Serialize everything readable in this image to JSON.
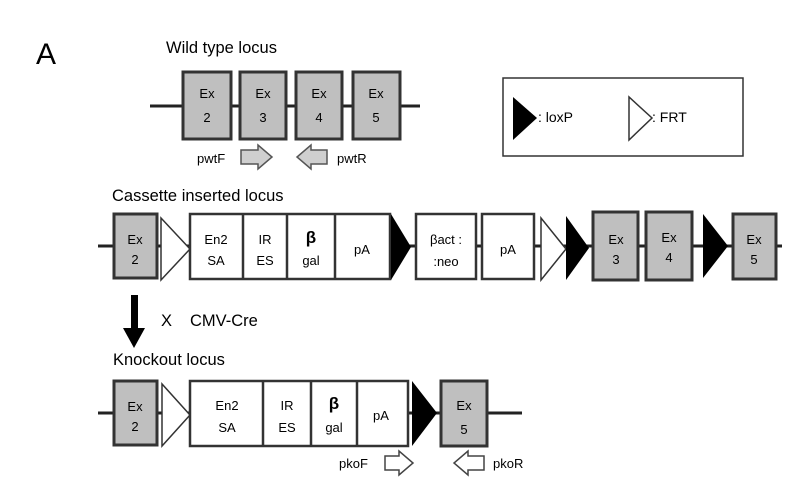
{
  "panel_label": "A",
  "legend": {
    "loxp": ": loxP",
    "frt": ": FRT"
  },
  "wild_type": {
    "title": "Wild type locus",
    "exons": [
      {
        "l1": "Ex",
        "l2": "2"
      },
      {
        "l1": "Ex",
        "l2": "3"
      },
      {
        "l1": "Ex",
        "l2": "4"
      },
      {
        "l1": "Ex",
        "l2": "5"
      }
    ],
    "primer_f": "pwtF",
    "primer_r": "pwtR"
  },
  "cassette": {
    "title": "Cassette inserted locus",
    "exon_first": {
      "l1": "Ex",
      "l2": "2"
    },
    "elements": [
      {
        "l1": "En2",
        "l2": "SA"
      },
      {
        "l1": "IR",
        "l2": "ES"
      },
      {
        "l1": "β",
        "l2": "gal"
      },
      {
        "l1": "pA",
        "l2": ""
      },
      {
        "l1": "βact :",
        "l2": ":neo"
      },
      {
        "l1": "pA",
        "l2": ""
      }
    ],
    "exons_right": [
      {
        "l1": "Ex",
        "l2": "3"
      },
      {
        "l1": "Ex",
        "l2": "4"
      },
      {
        "l1": "Ex",
        "l2": "5"
      }
    ]
  },
  "cre_step": {
    "x": "X",
    "label": "CMV-Cre"
  },
  "knockout": {
    "title": "Knockout locus",
    "exon_first": {
      "l1": "Ex",
      "l2": "2"
    },
    "elements": [
      {
        "l1": "En2",
        "l2": "SA"
      },
      {
        "l1": "IR",
        "l2": "ES"
      },
      {
        "l1": "β",
        "l2": "gal"
      },
      {
        "l1": "pA",
        "l2": ""
      }
    ],
    "exon_last": {
      "l1": "Ex",
      "l2": "5"
    },
    "primer_f": "pkoF",
    "primer_r": "pkoR"
  }
}
